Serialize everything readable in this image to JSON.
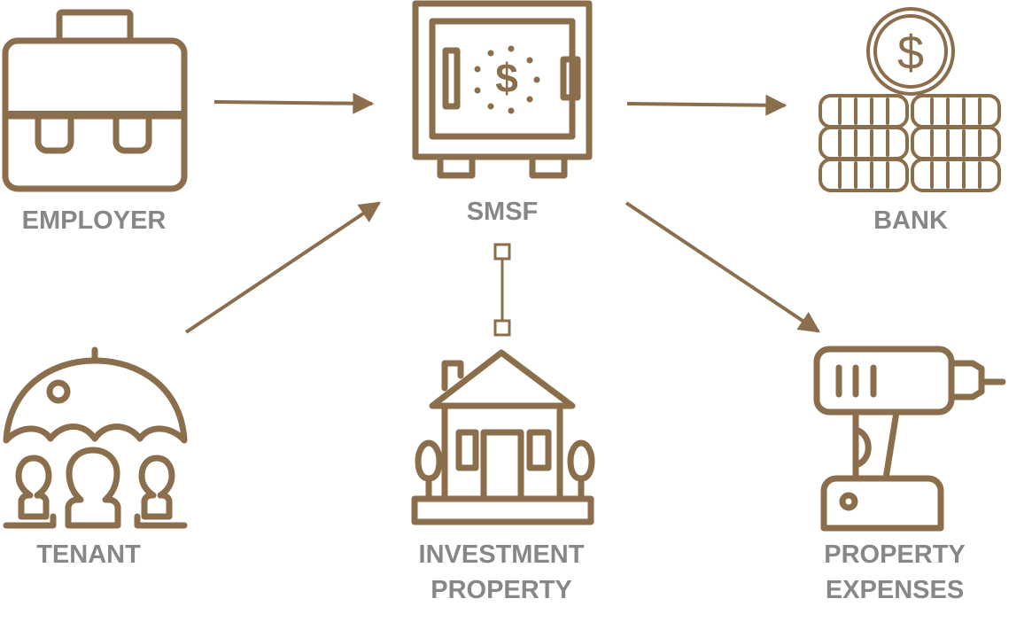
{
  "colors": {
    "icon": "#8b6e4b",
    "label": "#878787"
  },
  "nodes": {
    "employer": {
      "label": "EMPLOYER",
      "icon": "briefcase-icon"
    },
    "smsf": {
      "label": "SMSF",
      "icon": "safe-icon"
    },
    "bank": {
      "label": "BANK",
      "icon": "coins-icon"
    },
    "tenant": {
      "label": "TENANT",
      "icon": "umbrella-people-icon"
    },
    "investment_property": {
      "label_line1": "INVESTMENT",
      "label_line2": "PROPERTY",
      "icon": "house-icon"
    },
    "property_expenses": {
      "label_line1": "PROPERTY",
      "label_line2": "EXPENSES",
      "icon": "drill-icon"
    }
  },
  "edges": [
    {
      "from": "EMPLOYER",
      "to": "SMSF",
      "type": "arrow"
    },
    {
      "from": "TENANT",
      "to": "SMSF",
      "type": "arrow"
    },
    {
      "from": "SMSF",
      "to": "BANK",
      "type": "arrow"
    },
    {
      "from": "SMSF",
      "to": "PROPERTY EXPENSES",
      "type": "arrow"
    },
    {
      "from": "SMSF",
      "to": "INVESTMENT PROPERTY",
      "type": "connector"
    }
  ],
  "icons": {
    "dollar": "$"
  }
}
